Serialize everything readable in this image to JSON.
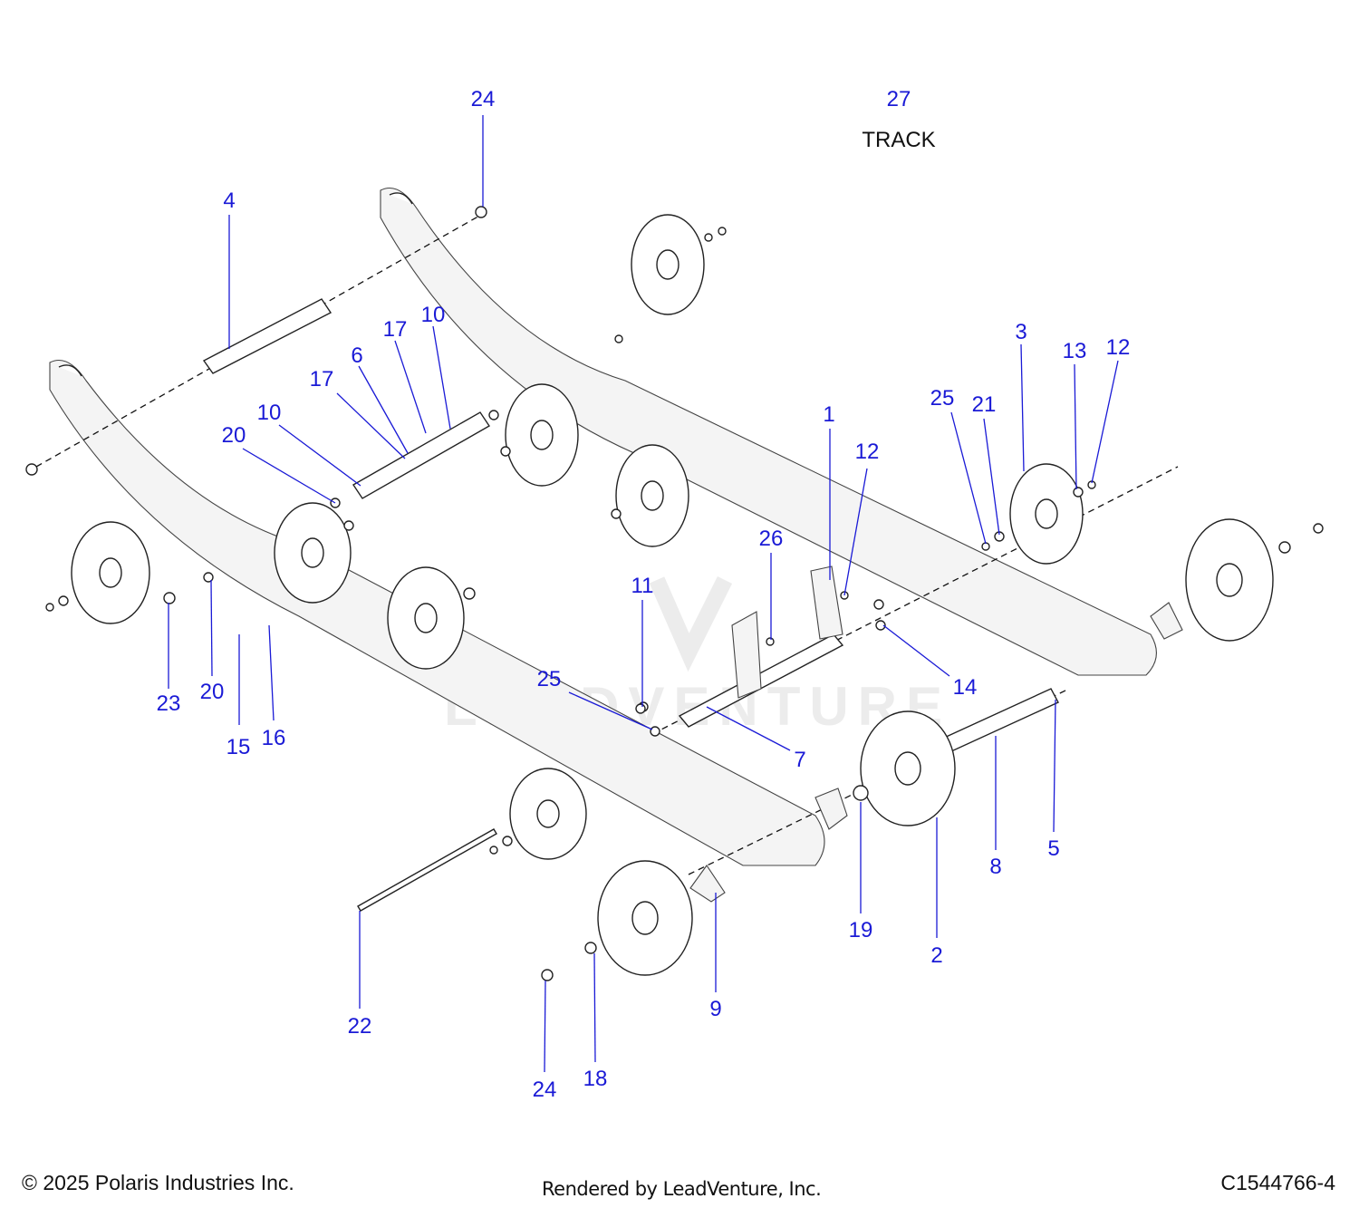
{
  "diagram": {
    "track_callout": "27",
    "track_label": "TRACK",
    "watermark": "LEADVENTURE",
    "callouts": [
      "24",
      "4",
      "17",
      "10",
      "6",
      "17",
      "10",
      "20",
      "1",
      "12",
      "26",
      "11",
      "25",
      "7",
      "14",
      "23",
      "20",
      "15",
      "16",
      "3",
      "13",
      "12",
      "25",
      "21",
      "2",
      "19",
      "8",
      "5",
      "9",
      "22",
      "24",
      "18"
    ]
  },
  "footer": {
    "copyright": "© 2025 Polaris Industries Inc.",
    "rendered_by": "Rendered by LeadVenture, Inc.",
    "diagram_id": "C1544766-4"
  },
  "colors": {
    "callout": "#1a1ad6",
    "line": "#222222",
    "background": "#ffffff"
  }
}
